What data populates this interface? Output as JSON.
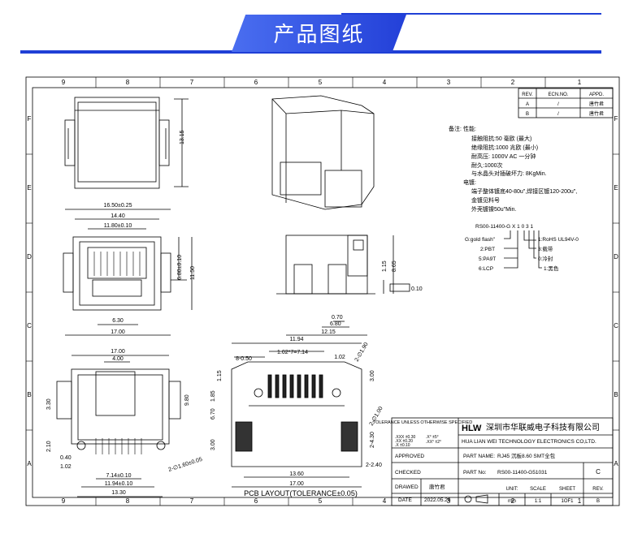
{
  "header": {
    "title": "产品图纸"
  },
  "frame": {
    "top_cols": [
      "9",
      "8",
      "7",
      "6",
      "5",
      "4",
      "3",
      "2",
      "1"
    ],
    "bottom_cols": [
      "9",
      "8",
      "7",
      "6",
      "5",
      "4",
      "3",
      "2",
      "1"
    ],
    "left_rows": [
      "F",
      "E",
      "D",
      "C",
      "B",
      "A"
    ],
    "right_rows": [
      "F",
      "E",
      "D",
      "C",
      "B",
      "A"
    ]
  },
  "rev_table": {
    "headers": [
      "REV.",
      "ECN.NO.",
      "APPD."
    ],
    "rows": [
      [
        "A",
        "/",
        "唐竹君"
      ],
      [
        "B",
        "/",
        "唐竹君"
      ]
    ]
  },
  "notes": {
    "title": "备注:",
    "lines": [
      "性能:",
      "接触阻抗:50 毫欧 (最大)",
      "绝缘阻抗:1000 兆欧 (最小)",
      "耐高压: 1000V AC 一分钟",
      "耐久:1000次",
      "与水晶头对插破坏力: 8KgMin.",
      "电镀:",
      "端子整体镀底40-80u\",焊接区镀120-200u\",",
      "金镀见料号",
      "外壳镀镍50u\"Min."
    ]
  },
  "part_code": {
    "code": "RS00-11400-G X 1 0 3 1",
    "left_items": [
      "G:gold flash\"",
      "2:PBT",
      "5:PA9T",
      "6:LCP"
    ],
    "right_items": [
      "1:RoHS UL94V-0",
      "3:载带",
      "0:冷封",
      "1:黑色"
    ]
  },
  "dims": {
    "front_height": "13.15",
    "w_16_50": "16.50±0.25",
    "w_14_40": "14.40",
    "w_11_80": "11.80±0.10",
    "h_6_80": "6.80±0.10",
    "h_11_50": "11.50",
    "w_6_30": "6.30",
    "w_17_00a": "17.00",
    "side_1_15": "1.15",
    "side_8_65": "8.65",
    "flat_0_10": "0.10",
    "side_0_70": "0.70",
    "side_6_80": "6.80",
    "side_12_15": "12.15",
    "b_17_00": "17.00",
    "b_4_00": "4.00",
    "b_9_80": "9.80",
    "b_3_30": "3.30",
    "b_2_10": "2.10",
    "b_0_40": "0.40",
    "b_1_02": "1.02",
    "b_7_14": "7.14±0.10",
    "b_11_94": "11.94±0.10",
    "b_13_30": "13.30",
    "b_hole": "2-∅1.60±0.05",
    "p_11_94": "11.94",
    "p_8_050": "8-0.50",
    "p_pitch": "1.02*7=7.14",
    "p_1_02": "1.02",
    "p_hole90": "2-∅1.90",
    "p_3_00": "3.00",
    "p_1_15": "1.15",
    "p_1_85": "1.85",
    "p_6_70": "6.70",
    "p_3_00b": "3.00",
    "p_hole100": "2-∅1.00",
    "p_4_30": "2-4.30",
    "p_2_40": "2-2.40",
    "p_13_60": "13.60",
    "p_17_00": "17.00",
    "pcb_label": "PCB LAYOUT(TOLERANCE±0.05)"
  },
  "title_block": {
    "tol_title": "TOLERANCE UNLESS OTHERWISE SPECIFIED",
    "tol_lines": [
      ".XXX ±0.30",
      ".XX ±0.20",
      ".X ±0.10"
    ],
    "tol_ang": [
      ".X° ±5°",
      ".XX° ±2°"
    ],
    "logo": "HLW",
    "company_cn": "深圳市华联威电子科技有限公司",
    "company_en": "HUA LIAN WEI TECHNOLOGY ELECTRONICS CO,LTD.",
    "approved": "APPROVED",
    "checked": "CHECKED",
    "drawn": "DRAWED",
    "drawn_by": "唐竹君",
    "date_label": "DATE",
    "date": "2022.05.26",
    "part_name_label": "PART NAME:",
    "part_name": "RJ45 沉板8.60 SMT全包",
    "part_no_label": "PART No:",
    "part_no": "RS00-11400-G51031",
    "rev_letter": "C",
    "unit_label": "UNIT:",
    "unit": "mm",
    "scale_label": "SCALE",
    "scale": "1:1",
    "sheet_label": "SHEET",
    "sheet": "1OF1",
    "rev_label": "REV.",
    "rev": "B"
  }
}
